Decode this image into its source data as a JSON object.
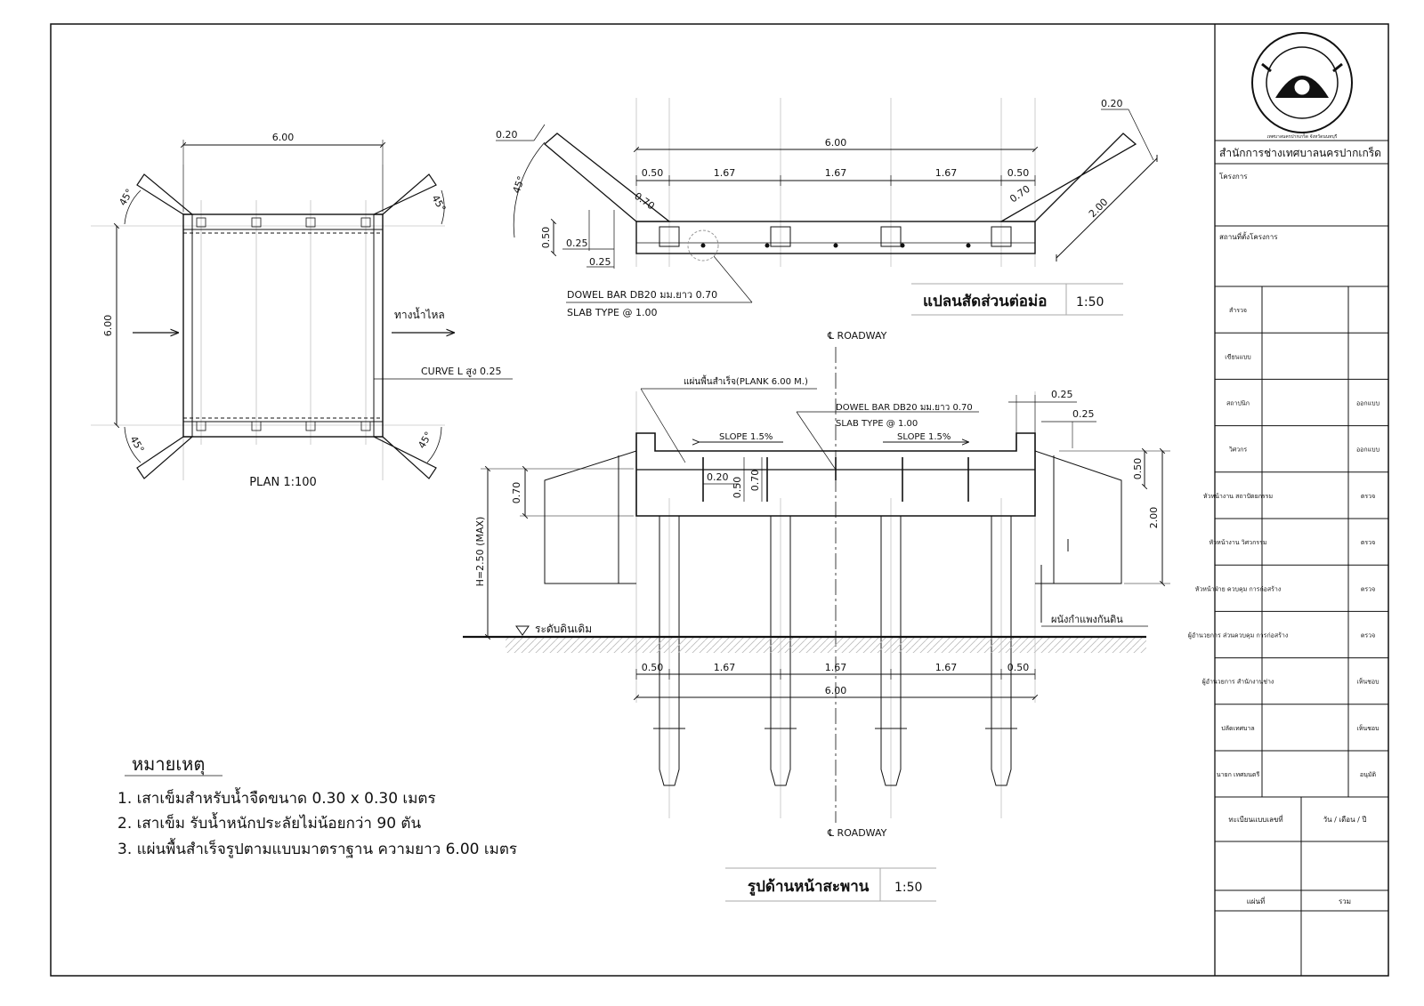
{
  "title_block": {
    "office": "สำนักการช่างเทศบาลนครปากเกร็ด",
    "seal_text": "เทศบาลนครปากเกร็ด จังหวัดนนทบุรี",
    "project_label": "โครงการ",
    "site_label": "สถานที่ตั้งโครงการ",
    "rows": [
      {
        "role": "สำรวจ",
        "action": ""
      },
      {
        "role": "เขียนแบบ",
        "action": ""
      },
      {
        "role": "สถาปนิก",
        "action": "ออกแบบ"
      },
      {
        "role": "วิศวกร",
        "action": "ออกแบบ"
      },
      {
        "role": "หัวหน้างาน สถาปัตยกรรม",
        "action": "ตรวจ"
      },
      {
        "role": "หัวหน้างาน วิศวกรรม",
        "action": "ตรวจ"
      },
      {
        "role": "หัวหน้าฝ่าย ควบคุม การก่อสร้าง",
        "action": "ตรวจ"
      },
      {
        "role": "ผู้อำนวยการ ส่วนควบคุม การก่อสร้าง",
        "action": "ตรวจ"
      },
      {
        "role": "ผู้อำนวยการ สำนักงานช่าง",
        "action": "เห็นชอบ"
      },
      {
        "role": "ปลัดเทศบาล",
        "action": "เห็นชอบ"
      },
      {
        "role": "นายก เทศมนตรี",
        "action": "อนุมัติ"
      }
    ],
    "register_label": "ทะเบียนแบบเลขที่",
    "date_label": "วัน / เดือน / ปี",
    "sheet_label": "แผ่นที่",
    "total_label": "รวม"
  },
  "plan": {
    "dim_top": "6.00",
    "dim_left": "6.00",
    "angle": "45°",
    "flow_label": "ทางน้ำไหล",
    "curb_label": "CURVE L สูง 0.25",
    "caption": "PLAN 1:100"
  },
  "wingwall": {
    "dim_total": "6.00",
    "dims": [
      "0.50",
      "1.67",
      "1.67",
      "1.67",
      "0.50"
    ],
    "dim_020": "0.20",
    "dim_070": "0.70",
    "dim_050": "0.50",
    "dim_025": "0.25",
    "dim_200": "2.00",
    "angle": "45°",
    "dowel_note": "DOWEL BAR DB20 มม.ยาว 0.70",
    "slab_note": "SLAB TYPE @ 1.00",
    "title": "แปลนสัดส่วนต่อม่อ",
    "scale": "1:50"
  },
  "elevation": {
    "cl_label": "℄ ROADWAY",
    "plank_label": "แผ่นพื้นสำเร็จ(PLANK 6.00 M.)",
    "dowel_note": "DOWEL BAR DB20 มม.ยาว 0.70",
    "slab_note": "SLAB TYPE @ 1.00",
    "slope": "SLOPE 1.5%",
    "dim_025": "0.25",
    "dim_050": "0.50",
    "dim_200": "2.00",
    "dim_070": "0.70",
    "dim_020": "0.20",
    "height_label": "H=2.50 (MAX)",
    "ground_label": "ระดับดินเดิม",
    "retaining_label": "ผนังกำแพงกันดิน",
    "dims": [
      "0.50",
      "1.67",
      "1.67",
      "1.67",
      "0.50"
    ],
    "dim_total": "6.00",
    "title": "รูปด้านหน้าสะพาน",
    "scale": "1:50"
  },
  "notes": {
    "heading": "หมายเหตุ",
    "items": [
      "1. เสาเข็มสำหรับน้ำจืดขนาด 0.30 x 0.30 เมตร",
      "2. เสาเข็ม รับน้ำหนักประลัยไม่น้อยกว่า 90 ตัน",
      "3. แผ่นพื้นสำเร็จรูปตามแบบมาตราฐาน ความยาว 6.00 เมตร"
    ]
  }
}
